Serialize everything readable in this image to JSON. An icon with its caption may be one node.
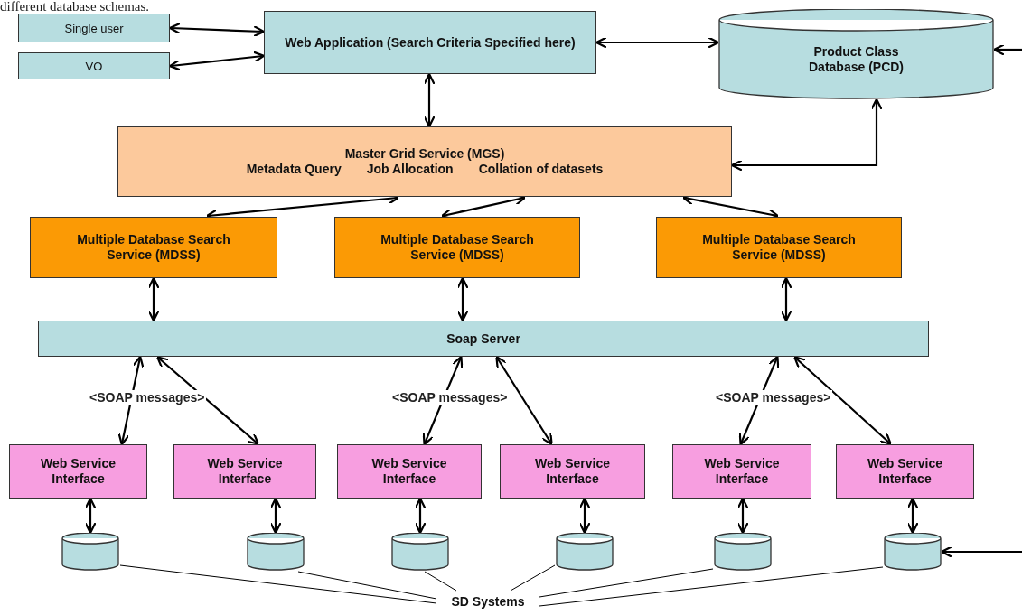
{
  "diagram": {
    "nodes": [
      {
        "text": [
          "Single user"
        ]
      },
      {
        "text": [
          "VO"
        ]
      },
      {
        "text": [
          "Web Application (Search Criteria Specified here)"
        ]
      },
      {
        "text": [
          "Product Class Database (PCD)"
        ]
      },
      {
        "text": [
          "Master Grid Service (MGS)",
          "Metadata Query",
          "Job Allocation",
          "Collation of datasets"
        ]
      },
      {
        "text": [
          "Multiple Database Search Service (MDSS)"
        ]
      },
      {
        "text": [
          "Multiple Database Search Service (MDSS)"
        ]
      },
      {
        "text": [
          "Multiple Database Search Service (MDSS)"
        ]
      },
      {
        "text": [
          "Soap Server"
        ]
      },
      {
        "text": [
          "Web Service Interface"
        ]
      },
      {
        "text": [
          "Web Service Interface"
        ]
      },
      {
        "text": [
          "Web Service Interface"
        ]
      },
      {
        "text": [
          "Web Service Interface"
        ]
      },
      {
        "text": [
          "Web Service Interface"
        ]
      },
      {
        "text": [
          "Web Service Interface"
        ]
      },
      {
        "text": [],
        "shape": "cylinder"
      },
      {
        "text": [],
        "shape": "cylinder"
      },
      {
        "text": [],
        "shape": "cylinder"
      },
      {
        "text": [],
        "shape": "cylinder"
      },
      {
        "text": [],
        "shape": "cylinder"
      },
      {
        "text": [],
        "shape": "cylinder"
      },
      {
        "text": [
          "SD Systems"
        ]
      }
    ],
    "edges": [
      {
        "from": 0,
        "to": 2,
        "arrow": "both"
      },
      {
        "from": 1,
        "to": 2,
        "arrow": "both"
      },
      {
        "from": 2,
        "to": 3,
        "arrow": "both"
      },
      {
        "from": 2,
        "to": 4,
        "arrow": "both"
      },
      {
        "from": 4,
        "to": 3,
        "arrow": "both"
      },
      {
        "from": 4,
        "to": 5,
        "arrow": "both"
      },
      {
        "from": 4,
        "to": 6,
        "arrow": "both"
      },
      {
        "from": 4,
        "to": 7,
        "arrow": "both"
      },
      {
        "from": 5,
        "to": 8,
        "arrow": "both"
      },
      {
        "from": 6,
        "to": 8,
        "arrow": "both"
      },
      {
        "from": 7,
        "to": 8,
        "arrow": "both"
      },
      {
        "from": 8,
        "to": 9,
        "arrow": "both"
      },
      {
        "from": 8,
        "to": 10,
        "arrow": "both"
      },
      {
        "from": 8,
        "to": 11,
        "arrow": "both"
      },
      {
        "from": 8,
        "to": 12,
        "arrow": "both"
      },
      {
        "from": 8,
        "to": 13,
        "arrow": "both"
      },
      {
        "from": 8,
        "to": 14,
        "arrow": "both"
      },
      {
        "from": 9,
        "to": 15,
        "arrow": "both"
      },
      {
        "from": 10,
        "to": 16,
        "arrow": "both"
      },
      {
        "from": 11,
        "to": 17,
        "arrow": "both"
      },
      {
        "from": 12,
        "to": 18,
        "arrow": "both"
      },
      {
        "from": 13,
        "to": 19,
        "arrow": "both"
      },
      {
        "from": 14,
        "to": 20,
        "arrow": "both"
      },
      {
        "from": 15,
        "to": 21,
        "arrow": "none"
      },
      {
        "from": 16,
        "to": 21,
        "arrow": "none"
      },
      {
        "from": 17,
        "to": 21,
        "arrow": "none"
      },
      {
        "from": 18,
        "to": 21,
        "arrow": "none"
      },
      {
        "from": 19,
        "to": 21,
        "arrow": "none"
      },
      {
        "from": 20,
        "to": 21,
        "arrow": "none"
      },
      {
        "from": null,
        "to": 3,
        "arrow": "to"
      },
      {
        "from": null,
        "to": 20,
        "arrow": "to"
      }
    ],
    "labels": [
      "different database schemas.",
      "<SOAP messages>",
      "<SOAP messages>",
      "<SOAP messages>"
    ]
  }
}
